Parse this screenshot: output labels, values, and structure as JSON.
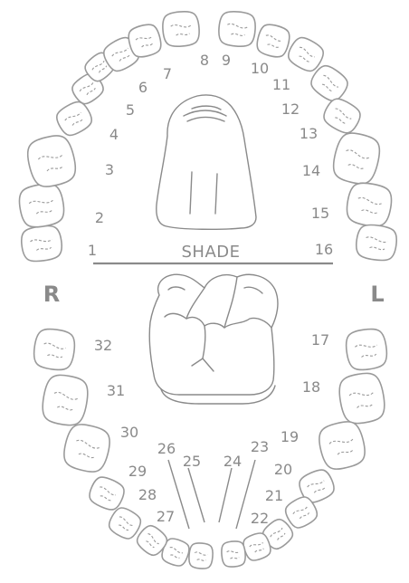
{
  "labels": {
    "right": "R",
    "left": "L",
    "shade": "SHADE"
  },
  "upper_teeth": [
    "1",
    "2",
    "3",
    "4",
    "5",
    "6",
    "7",
    "8",
    "9",
    "10",
    "11",
    "12",
    "13",
    "14",
    "15",
    "16"
  ],
  "lower_teeth": [
    "17",
    "18",
    "19",
    "20",
    "21",
    "22",
    "23",
    "24",
    "25",
    "26",
    "27",
    "28",
    "29",
    "30",
    "31",
    "32"
  ],
  "colors": {
    "line": "#8a8a8a",
    "outline": "#9a9a9a",
    "text": "#8a8a8a"
  }
}
